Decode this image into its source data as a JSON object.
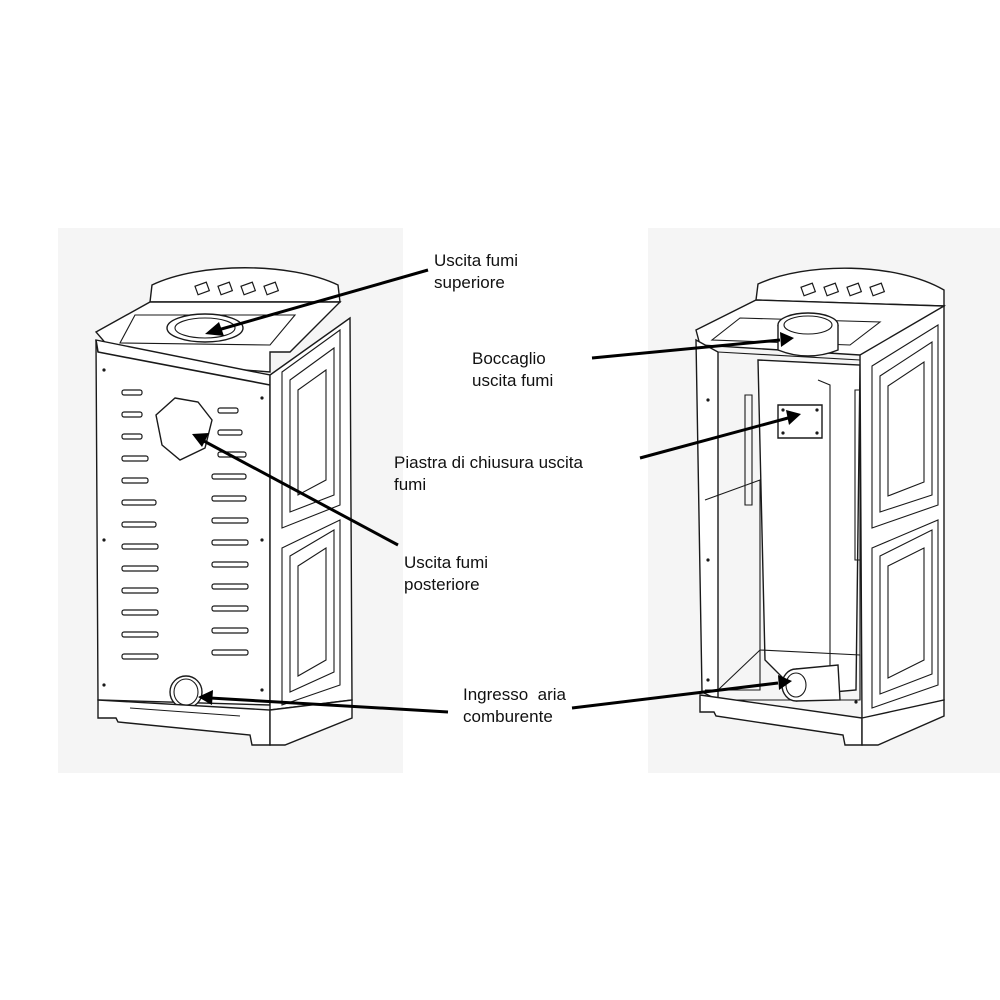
{
  "labels": {
    "uscita_superiore": [
      "Uscita fumi",
      "superiore"
    ],
    "uscita_posteriore": [
      "Uscita fumi",
      "posteriore"
    ],
    "ingresso_aria": [
      "Ingresso  aria",
      "comburente"
    ],
    "boccaglio": [
      "Boccaglio",
      "uscita fumi"
    ],
    "piastra": [
      "Piastra di chiusura uscita",
      "fumi"
    ]
  },
  "colors": {
    "line": "#1a1a1a",
    "panel_bg": "#f5f5f5",
    "background": "#ffffff"
  }
}
